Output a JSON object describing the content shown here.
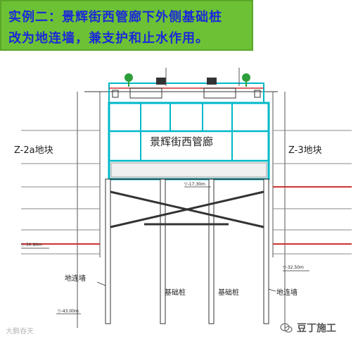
{
  "banner": {
    "line1": "实例二：景辉街西管廊下外侧基础桩",
    "line2": "改为地连墙，兼支护和止水作用。"
  },
  "labels": {
    "corridor": "景辉街西管廊",
    "left_block": "Z-2a地块",
    "right_block": "Z-3地块",
    "diaphragm_wall_left": "地连墙",
    "diaphragm_wall_right": "地连墙",
    "pile_left": "基础桩",
    "pile_right": "基础桩",
    "elev_mid": "▽-17.30m",
    "elev_left": "▽-30.90m",
    "elev_right": "▽-32.50m",
    "elev_bottom": "▽-43.00m"
  },
  "watermarks": {
    "left": "大鹏吞天",
    "right": "豆丁施工"
  },
  "colors": {
    "banner_bg": "#6cc234",
    "banner_text": "#1c2ad8",
    "structure_cyan": "#00b8c8",
    "line_dark": "#333333",
    "strut_red": "#cc3333"
  }
}
